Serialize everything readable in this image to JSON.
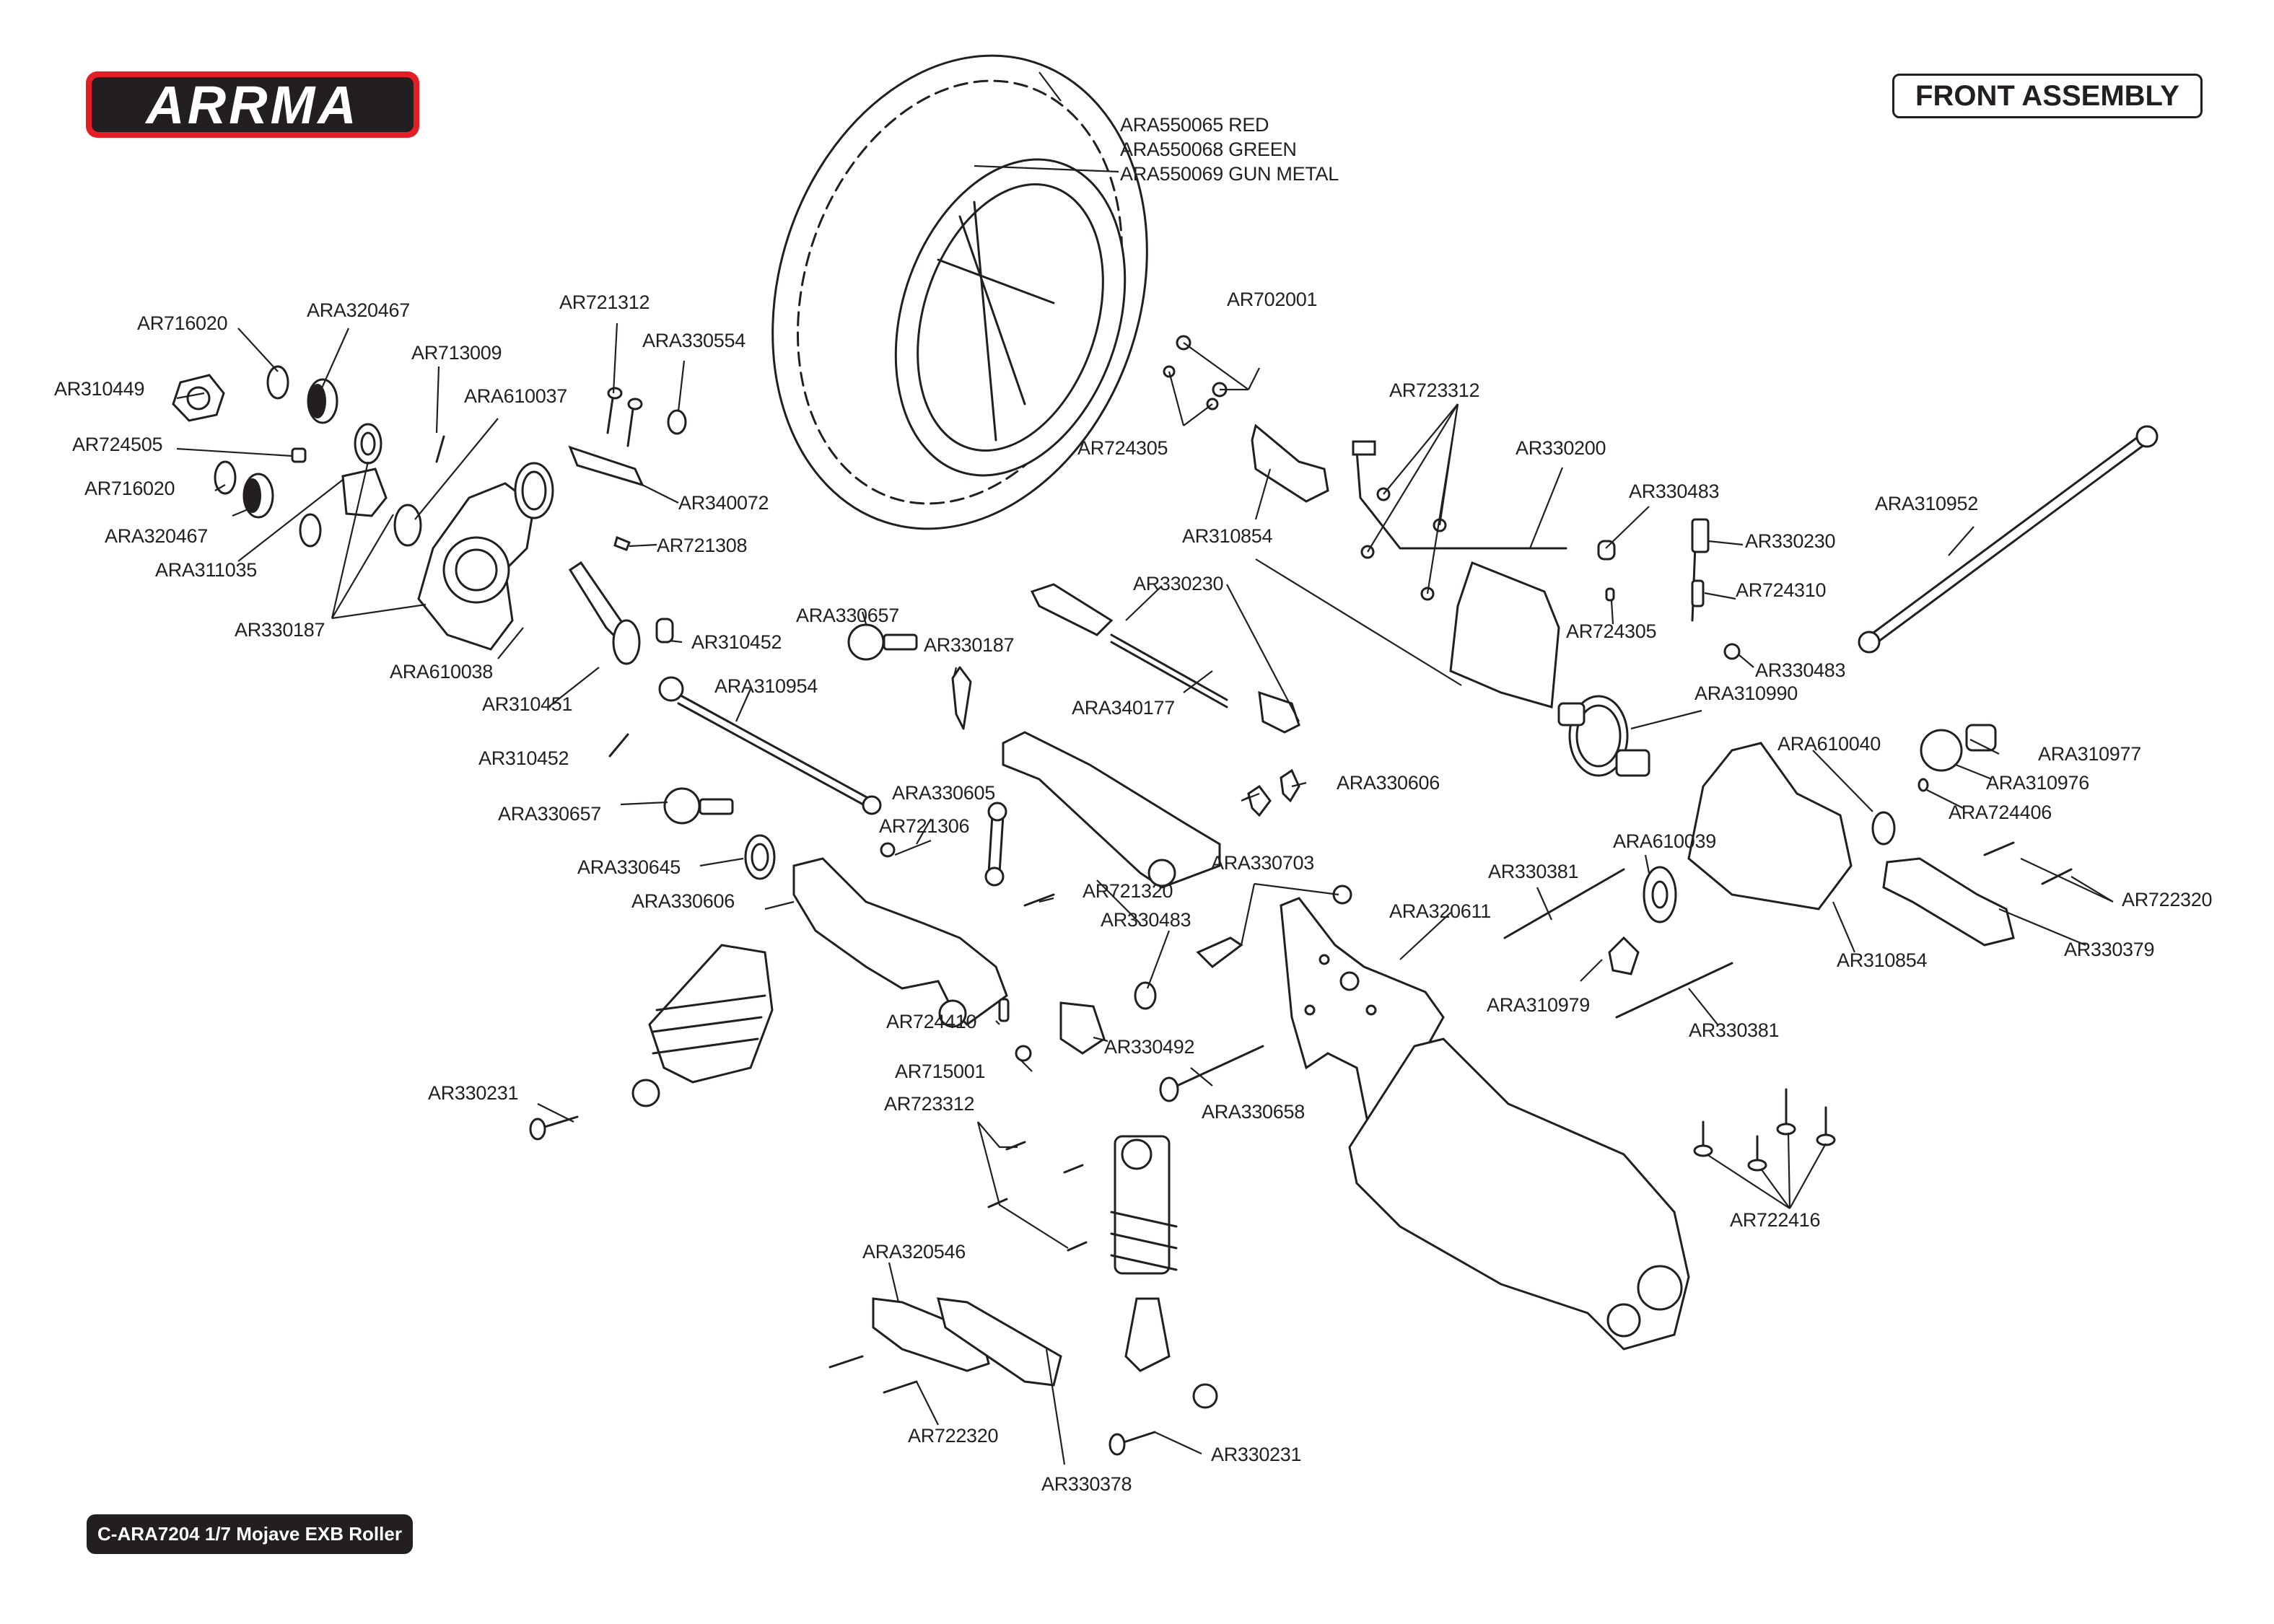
{
  "brand": {
    "logo_text": "ARRMA",
    "colors": {
      "logo_outline": "#e31e24",
      "logo_fill": "#ffffff",
      "ink": "#231f20"
    }
  },
  "header": {
    "title": "FRONT ASSEMBLY"
  },
  "footer": {
    "model": "C-ARA7204 1/7 Mojave EXB Roller"
  },
  "parts": {
    "tire_red": "ARA550065 RED",
    "tire_green": "ARA550068 GREEN",
    "tire_gun": "ARA550069 GUN METAL",
    "ar716020_a": "AR716020",
    "ara320467_a": "ARA320467",
    "ar713009": "AR713009",
    "ar310449": "AR310449",
    "ara610037": "ARA610037",
    "ar724505": "AR724505",
    "ar716020_b": "AR716020",
    "ara320467_b": "ARA320467",
    "ara311035": "ARA311035",
    "ar330187_a": "AR330187",
    "ar721312": "AR721312",
    "ara330554": "ARA330554",
    "ar340072": "AR340072",
    "ar721308": "AR721308",
    "ara610038": "ARA610038",
    "ar310452_a": "AR310452",
    "ar310451": "AR310451",
    "ar310452_b": "AR310452",
    "ara310954": "ARA310954",
    "ara330657_a": "ARA330657",
    "ar330187_b": "AR330187",
    "ara330657_b": "ARA330657",
    "ara330645": "ARA330645",
    "ara330606_a": "ARA330606",
    "ara330605": "ARA330605",
    "ar721306": "AR721306",
    "ar721320": "AR721320",
    "ar702001": "AR702001",
    "ar724305_a": "AR724305",
    "ar723312_a": "AR723312",
    "ar330200": "AR330200",
    "ar310854_a": "AR310854",
    "ar330230_a": "AR330230",
    "ara340177": "ARA340177",
    "ar330483_a": "AR330483",
    "ar330230_b": "AR330230",
    "ar724310": "AR724310",
    "ar724305_b": "AR724305",
    "ar330483_b": "AR330483",
    "ara310952": "ARA310952",
    "ara310990": "ARA310990",
    "ara330606_b": "ARA330606",
    "ara610040": "ARA610040",
    "ara310977": "ARA310977",
    "ara310976": "ARA310976",
    "ara724406": "ARA724406",
    "ar722320_a": "AR722320",
    "ar330379": "AR330379",
    "ar310854_b": "AR310854",
    "ara610039": "ARA610039",
    "ar330381_a": "AR330381",
    "ara310979": "ARA310979",
    "ar330381_b": "AR330381",
    "ara330703": "ARA330703",
    "ara320611": "ARA320611",
    "ar330483_c": "AR330483",
    "ar724410": "AR724410",
    "ar330492": "AR330492",
    "ar715001": "AR715001",
    "ara330658": "ARA330658",
    "ar330231_a": "AR330231",
    "ar723312_b": "AR723312",
    "ara320546": "ARA320546",
    "ar722320_b": "AR722320",
    "ar330378": "AR330378",
    "ar330231_b": "AR330231",
    "ar722416": "AR722416"
  }
}
